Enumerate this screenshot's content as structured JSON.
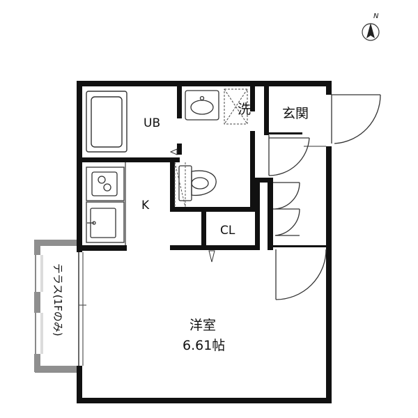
{
  "compass": {
    "north_label": "N",
    "icon": "north-arrow-icon"
  },
  "rooms": {
    "unit_bath": "UB",
    "washroom": "洗",
    "entrance": "玄関",
    "kitchen": "K",
    "closet": "CL",
    "western_room_name": "洋室",
    "western_room_size": "6.61帖"
  },
  "terrace_label": "テラス(1Fのみ)",
  "colors": {
    "wall": "#111111",
    "fixture": "#333333",
    "terrace_fill": "#8f8f8f",
    "background": "#ffffff"
  }
}
